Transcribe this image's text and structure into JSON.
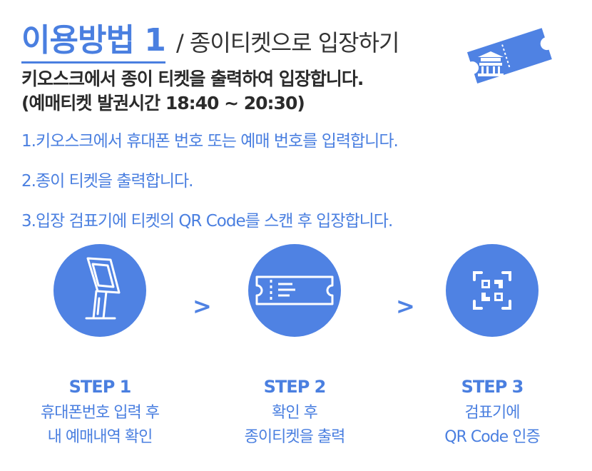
{
  "header": {
    "title_main": "이용방법 1",
    "title_sub": "/ 종이티켓으로 입장하기"
  },
  "intro": {
    "line1": "키오스크에서  종이 티켓을 출력하여 입장합니다.",
    "line2": "(예매티켓 발권시간 18:40 ~ 20:30)"
  },
  "instructions": [
    "1.키오스크에서 휴대폰 번호 또는 예매 번호를 입력합니다.",
    "2.종이 티켓을 출력합니다.",
    "3.입장 검표기에 티켓의 QR Code를 스캔 후  입장합니다."
  ],
  "steps": [
    {
      "title": "STEP 1",
      "line1": "휴대폰번호 입력 후",
      "line2": "내 예매내역 확인",
      "icon": "kiosk-icon"
    },
    {
      "title": "STEP 2",
      "line1": "확인 후",
      "line2": "종이티켓을 출력",
      "icon": "ticket-icon"
    },
    {
      "title": "STEP 3",
      "line1": "검표기에",
      "line2": "QR Code 인증",
      "icon": "qr-code-icon"
    }
  ],
  "arrow_glyph": ">",
  "colors": {
    "accent": "#4a7fe0",
    "circle": "#4f82e3",
    "text": "#2b2b2b"
  }
}
